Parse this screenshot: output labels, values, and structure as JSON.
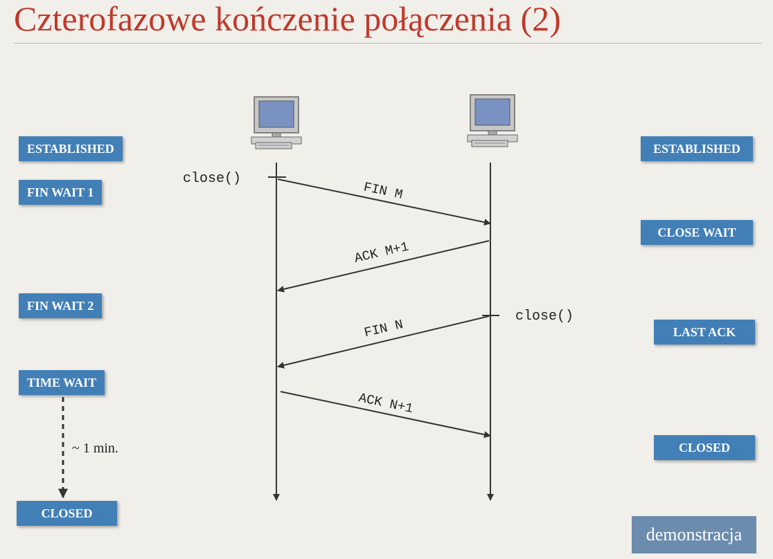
{
  "title": "Czterofazowe kończenie połączenia (2)",
  "left_states": {
    "s1": "ESTABLISHED",
    "s2": "FIN WAIT 1",
    "s3": "FIN WAIT 2",
    "s4": "TIME WAIT",
    "s5": "CLOSED"
  },
  "right_states": {
    "s1": "ESTABLISHED",
    "s2": "CLOSE WAIT",
    "s3": "LAST ACK",
    "s4": "CLOSED"
  },
  "messages": {
    "m1": "FIN M",
    "m2": "ACK M+1",
    "m3": "FIN N",
    "m4": "ACK N+1"
  },
  "calls": {
    "left": "close()",
    "right": "close()"
  },
  "timeout_label": "~ 1 min.",
  "demo_button": "demonstracja",
  "icons": {
    "left_host": "computer-icon",
    "right_host": "computer-icon"
  }
}
